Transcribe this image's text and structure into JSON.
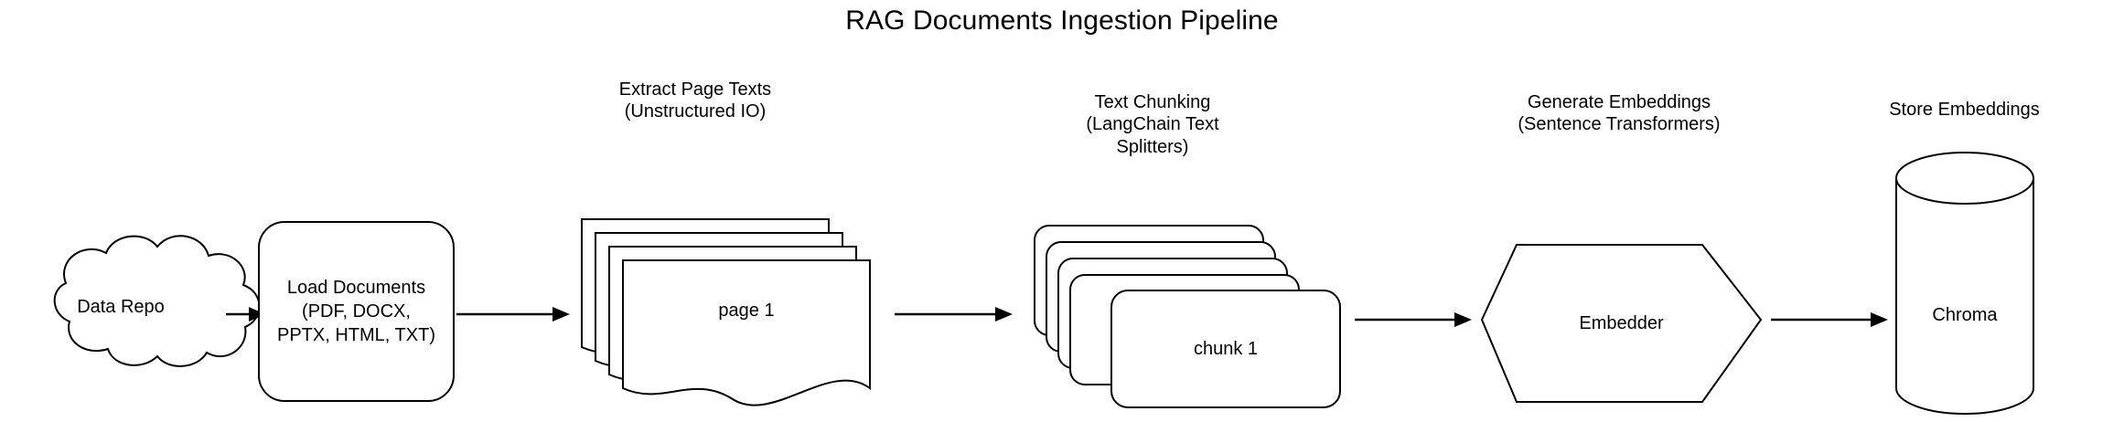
{
  "diagram": {
    "title": "RAG Documents Ingestion Pipeline",
    "background_color": "#ffffff",
    "stroke_color": "#000000",
    "text_color": "#000000"
  },
  "nodes": {
    "data_repo": {
      "label": "Data Repo",
      "shape": "cloud"
    },
    "load_documents": {
      "label": "Load Documents\n(PDF, DOCX,\nPPTX, HTML, TXT)",
      "shape": "rounded-rectangle"
    },
    "pages": {
      "caption": "Extract Page Texts\n(Unstructured IO)",
      "label": "page 1",
      "shape": "document-stack"
    },
    "chunks": {
      "caption": "Text Chunking\n(LangChain Text\nSplitters)",
      "label": "chunk 1",
      "shape": "rounded-rectangle-stack"
    },
    "embedder": {
      "caption": "Generate Embeddings\n(Sentence Transformers)",
      "label": "Embedder",
      "shape": "hexagon"
    },
    "chroma": {
      "caption": "Store Embeddings",
      "label": "Chroma",
      "shape": "cylinder"
    }
  },
  "edges": [
    {
      "id": "repo-to-load",
      "from": "data_repo",
      "to": "load_documents",
      "label": ""
    },
    {
      "id": "load-to-pages",
      "from": "load_documents",
      "to": "pages",
      "label": ""
    },
    {
      "id": "pages-to-chunks",
      "from": "pages",
      "to": "chunks",
      "label": ""
    },
    {
      "id": "chunks-to-embedder",
      "from": "chunks",
      "to": "embedder",
      "label": ""
    },
    {
      "id": "embedder-to-chroma",
      "from": "embedder",
      "to": "chroma",
      "label": ""
    }
  ]
}
